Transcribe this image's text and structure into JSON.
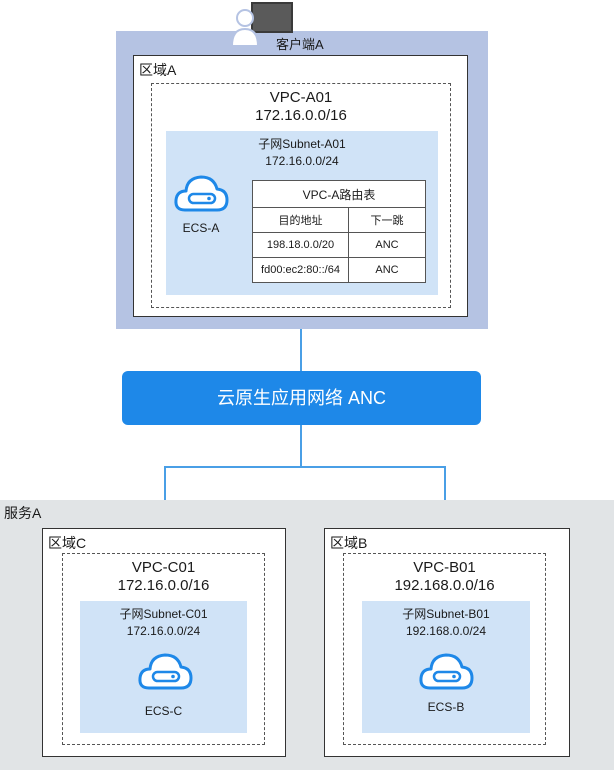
{
  "client": {
    "label": "客户端A"
  },
  "region_a": {
    "label": "区域A",
    "vpc_name": "VPC-A01",
    "vpc_cidr": "172.16.0.0/16",
    "subnet_name": "子网Subnet-A01",
    "subnet_cidr": "172.16.0.0/24",
    "ecs": "ECS-A",
    "route_table": {
      "title": "VPC-A路由表",
      "headers": [
        "目的地址",
        "下一跳"
      ],
      "rows": [
        [
          "198.18.0.0/20",
          "ANC"
        ],
        [
          "fd00:ec2:80::/64",
          "ANC"
        ]
      ]
    }
  },
  "anc": {
    "label": "云原生应用网络 ANC"
  },
  "service": {
    "label": "服务A"
  },
  "region_c": {
    "label": "区域C",
    "vpc_name": "VPC-C01",
    "vpc_cidr": "172.16.0.0/16",
    "subnet_name": "子网Subnet-C01",
    "subnet_cidr": "172.16.0.0/24",
    "ecs": "ECS-C"
  },
  "region_b": {
    "label": "区域B",
    "vpc_name": "VPC-B01",
    "vpc_cidr": "192.168.0.0/16",
    "subnet_name": "子网Subnet-B01",
    "subnet_cidr": "192.168.0.0/24",
    "ecs": "ECS-B"
  },
  "colors": {
    "client_frame": "#b5c3e3",
    "subnet_fill": "#d0e3f7",
    "anc_bar": "#1e88e8",
    "link_line": "#4a9fe6",
    "service_frame": "#e1e4e6",
    "icon_stroke": "#1e88e8"
  },
  "icons": {
    "client": "user-computer-icon",
    "ecs": "cloud-server-icon"
  }
}
